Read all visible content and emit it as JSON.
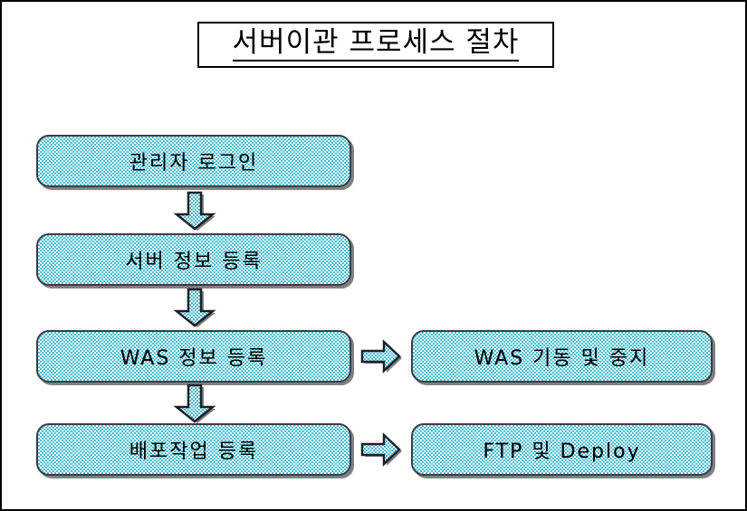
{
  "title": {
    "text": "서버이관 프로세스 절차"
  },
  "diagram": {
    "type": "flowchart",
    "nodes": [
      {
        "id": "admin-login",
        "label": "관리자 로그인",
        "column": "left",
        "row": 1
      },
      {
        "id": "server-info",
        "label": "서버 정보 등록",
        "column": "left",
        "row": 2
      },
      {
        "id": "was-info",
        "label": "WAS 정보 등록",
        "column": "left",
        "row": 3
      },
      {
        "id": "deploy-job",
        "label": "배포작업 등록",
        "column": "left",
        "row": 4
      },
      {
        "id": "was-control",
        "label": "WAS 기동 및 중지",
        "column": "right",
        "row": 3
      },
      {
        "id": "ftp-deploy",
        "label": "FTP 및 Deploy",
        "column": "right",
        "row": 4
      }
    ],
    "arrows": [
      {
        "id": "login-to-server",
        "from": "admin-login",
        "to": "server-info",
        "direction": "down"
      },
      {
        "id": "server-to-was",
        "from": "server-info",
        "to": "was-info",
        "direction": "down"
      },
      {
        "id": "was-to-deploy",
        "from": "was-info",
        "to": "deploy-job",
        "direction": "down"
      },
      {
        "id": "was-to-control",
        "from": "was-info",
        "to": "was-control",
        "direction": "right"
      },
      {
        "id": "deploy-to-ftp",
        "from": "deploy-job",
        "to": "ftp-deploy",
        "direction": "right"
      }
    ]
  },
  "colors": {
    "node_fill": "#35c8e0",
    "node_border": "#3c3c46",
    "node_shadow": "#808080",
    "text": "#000000",
    "page_border": "#000000",
    "background": "#ffffff"
  }
}
